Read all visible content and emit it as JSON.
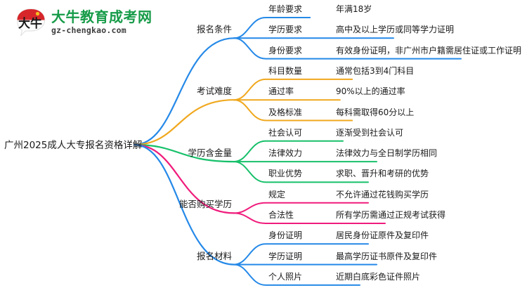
{
  "logo": {
    "mark_alt": "大牛",
    "mark_char": "大牛",
    "title": "大牛教育成考网",
    "subtitle": "gz-chengkao.com",
    "title_color": "#169b48",
    "mark_color": "#d7262a"
  },
  "mindmap": {
    "root": "广州2025成人大专报名资格详解",
    "colors": {
      "blue": "#2589e8",
      "orange": "#f0a81e",
      "green": "#17c06a",
      "pink": "#f01c7c"
    },
    "branches": [
      {
        "label": "报名条件",
        "color": "blue",
        "children": [
          {
            "label": "年龄要求",
            "detail": "年满18岁"
          },
          {
            "label": "学历要求",
            "detail": "高中及以上学历或同等学力证明"
          },
          {
            "label": "身份要求",
            "detail": "有效身份证明，非广州市户籍需居住证或工作证明"
          }
        ]
      },
      {
        "label": "考试难度",
        "color": "orange",
        "children": [
          {
            "label": "科目数量",
            "detail": "通常包括3到4门科目"
          },
          {
            "label": "通过率",
            "detail": "90%以上的通过率"
          },
          {
            "label": "及格标准",
            "detail": "每科需取得60分以上"
          }
        ]
      },
      {
        "label": "学历含金量",
        "color": "green",
        "children": [
          {
            "label": "社会认可",
            "detail": "逐渐受到社会认可"
          },
          {
            "label": "法律效力",
            "detail": "法律效力与全日制学历相同"
          },
          {
            "label": "职业优势",
            "detail": "求职、晋升和考研的优势"
          }
        ]
      },
      {
        "label": "能否购买学历",
        "color": "pink",
        "children": [
          {
            "label": "规定",
            "detail": "不允许通过花钱购买学历"
          },
          {
            "label": "合法性",
            "detail": "所有学历需通过正规考试获得"
          }
        ]
      },
      {
        "label": "报名材料",
        "color": "blue",
        "children": [
          {
            "label": "身份证明",
            "detail": "居民身份证原件及复印件"
          },
          {
            "label": "学历证明",
            "detail": "最高学历证书原件及复印件"
          },
          {
            "label": "个人照片",
            "detail": "近期白底彩色证件照片"
          }
        ]
      }
    ]
  }
}
